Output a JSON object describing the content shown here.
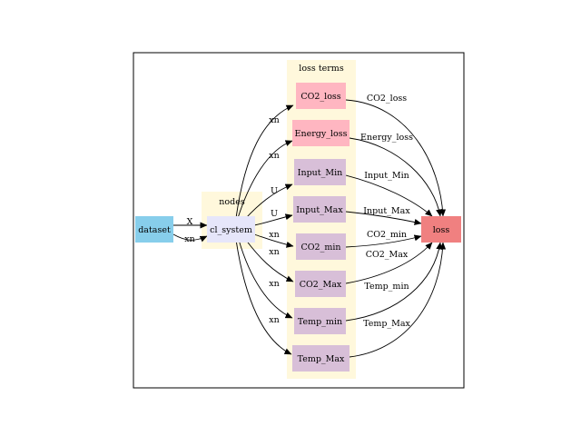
{
  "diagram": {
    "colors": {
      "dataset": "#87ceeb",
      "cl_system": "#e6e6fa",
      "co2_loss": "#ffb6c1",
      "constraint": "#d8bfd8",
      "loss": "#f08080",
      "cluster": "#fff8dc",
      "edge": "#000000",
      "frame": "#000000"
    },
    "clusters": {
      "nodes": "nodes",
      "loss_terms": "loss terms"
    },
    "nodes": {
      "dataset": "dataset",
      "cl_system": "cl_system",
      "co2_loss": "CO2_loss",
      "energy_loss": "Energy_loss",
      "input_min": "Input_Min",
      "input_max": "Input_Max",
      "co2_min": "CO2_min",
      "co2_max": "CO2_Max",
      "temp_min": "Temp_min",
      "temp_max": "Temp_Max",
      "loss": "loss"
    },
    "edges": {
      "dataset_X": "X",
      "dataset_xn": "xn",
      "to_co2_loss": "xn",
      "to_energy_loss": "xn",
      "to_input_min": "U",
      "to_input_max": "U",
      "to_co2_min": "xn",
      "to_co2_max": "xn",
      "to_temp_min": "xn",
      "to_temp_max": "xn",
      "from_co2_loss": "CO2_loss",
      "from_energy_loss": "Energy_loss",
      "from_input_min": "Input_Min",
      "from_input_max": "Input_Max",
      "from_co2_min": "CO2_min",
      "from_co2_max": "CO2_Max",
      "from_temp_min": "Temp_min",
      "from_temp_max": "Temp_Max"
    }
  }
}
